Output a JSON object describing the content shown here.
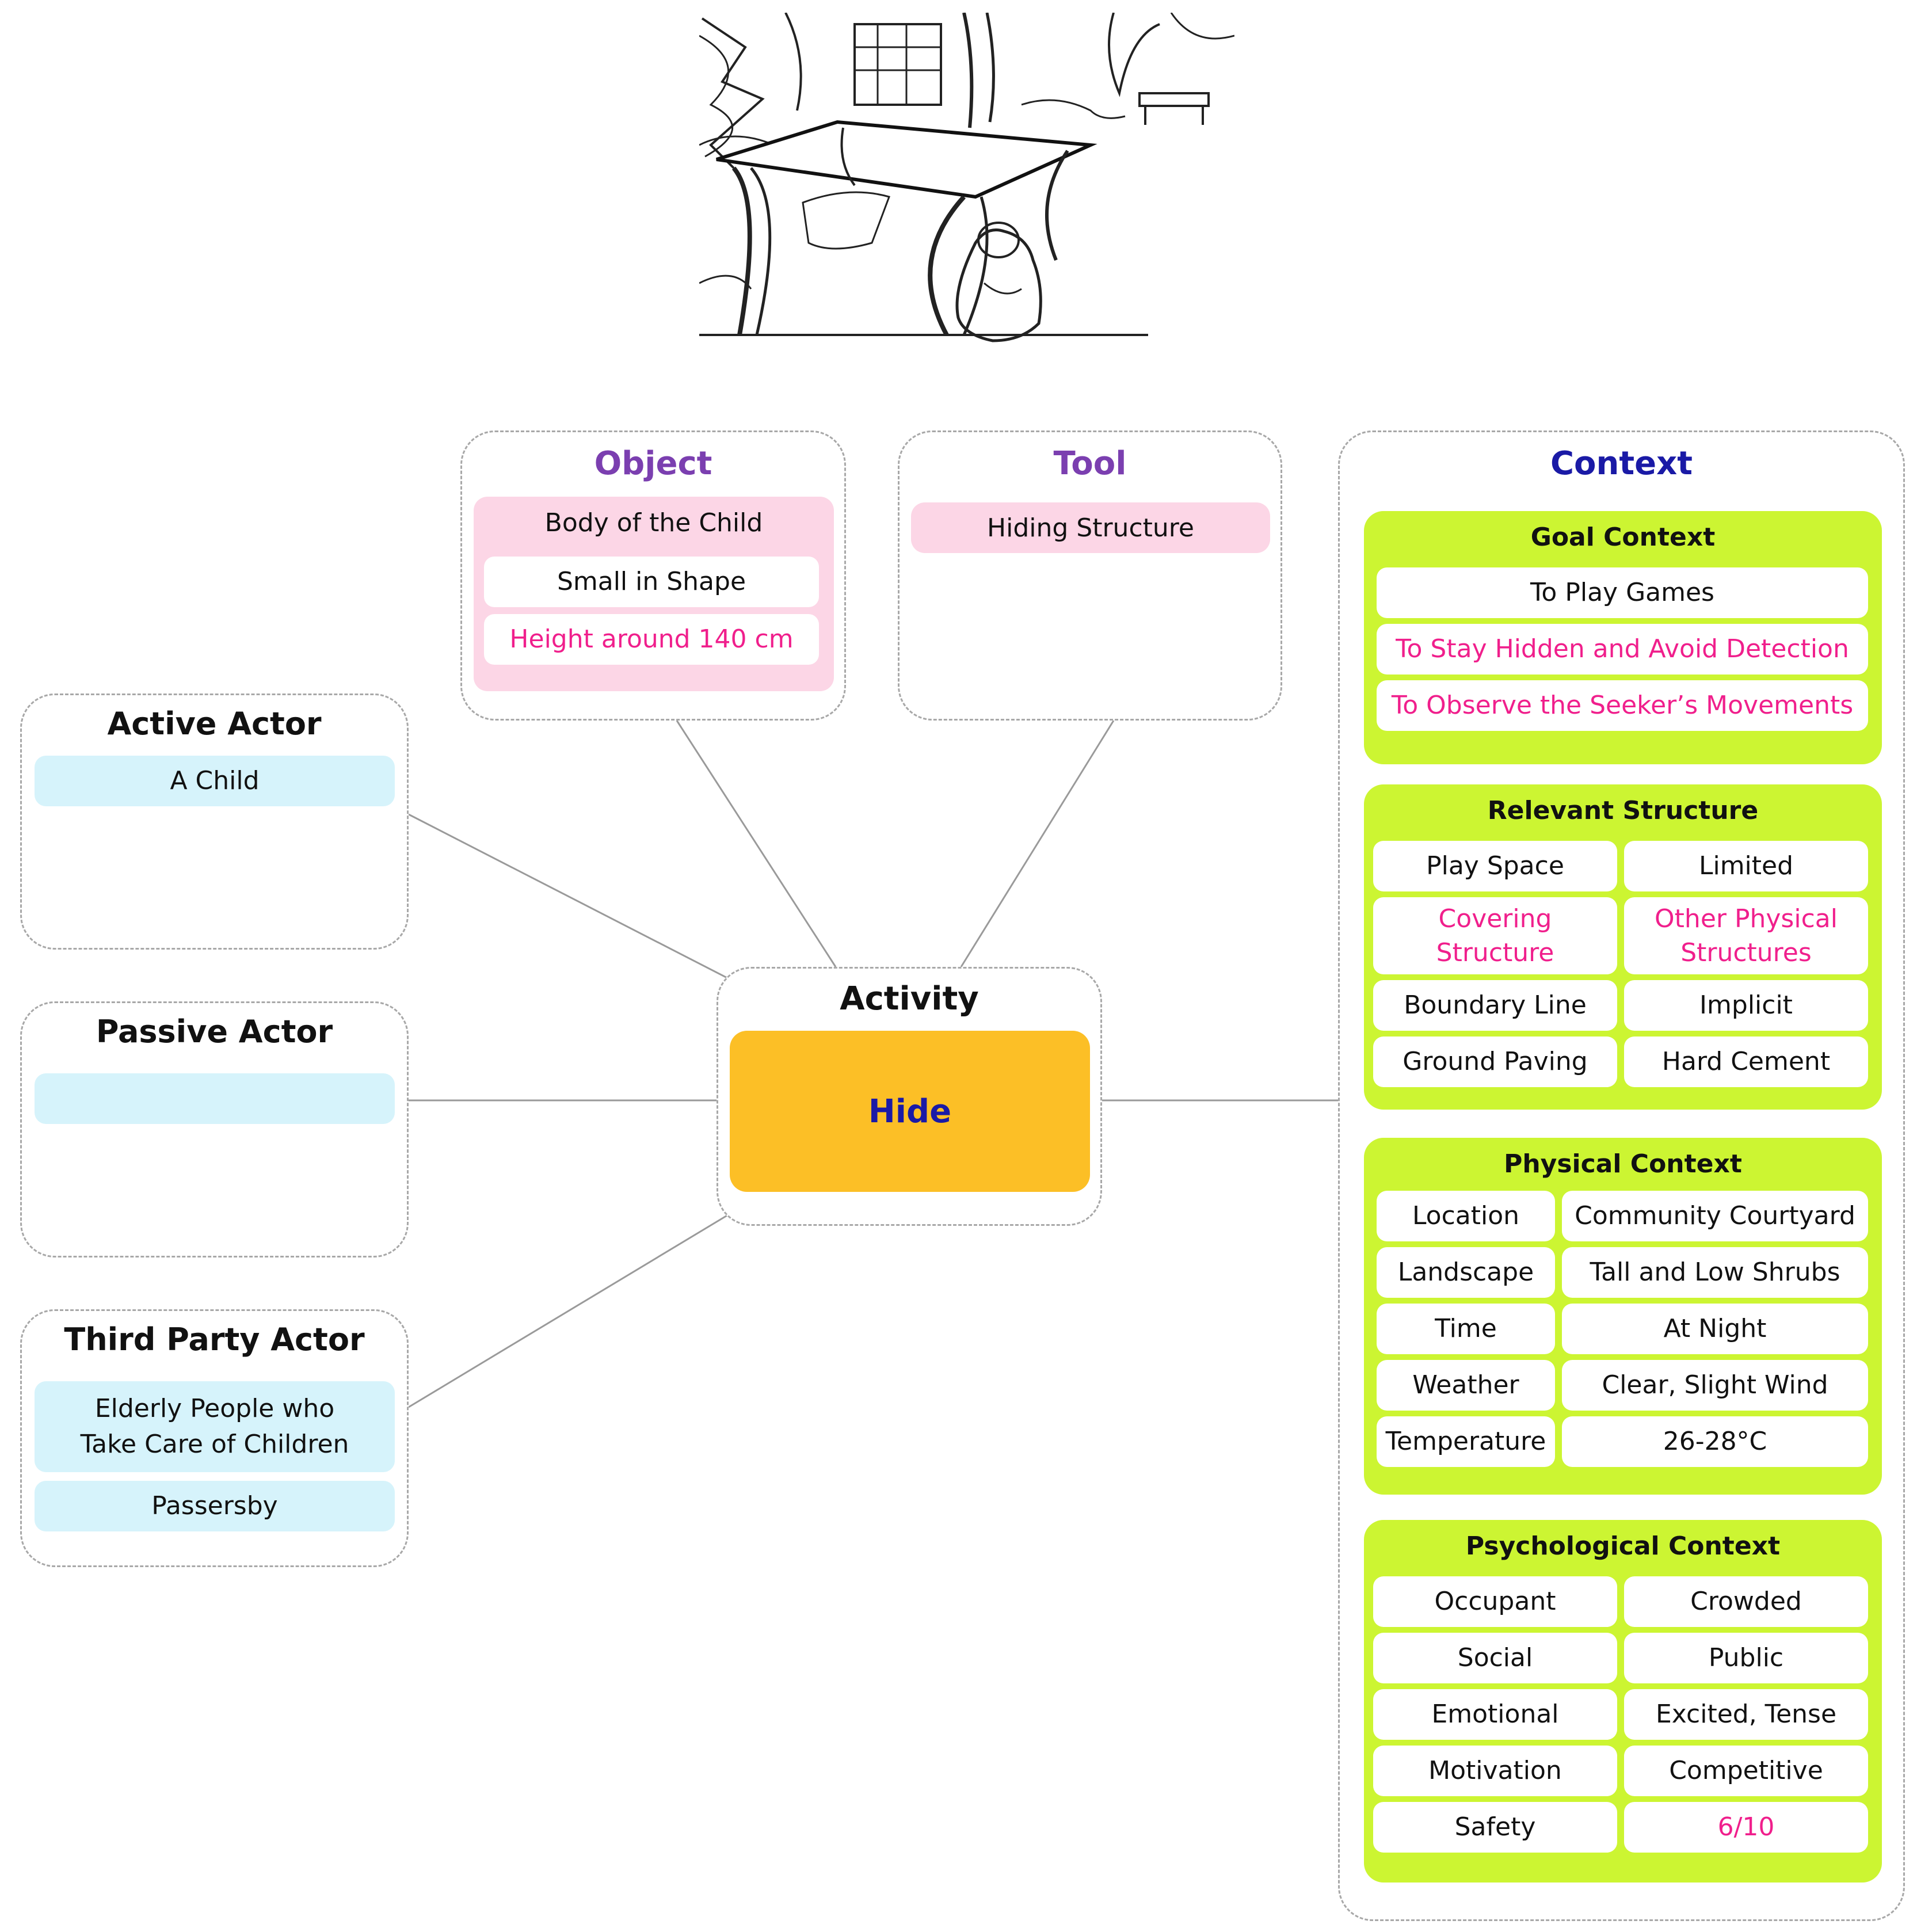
{
  "illustration": {
    "description_icon": "park-table-hiding-sketch"
  },
  "object": {
    "title": "Object",
    "main": "Body of the Child",
    "attr1": "Small in Shape",
    "attr2": "Height around 140 cm"
  },
  "tool": {
    "title": "Tool",
    "item": "Hiding Structure"
  },
  "active_actor": {
    "title": "Active Actor",
    "item": "A Child"
  },
  "passive_actor": {
    "title": "Passive Actor",
    "item": ""
  },
  "third_party_actor": {
    "title": "Third Party Actor",
    "item1": "Elderly People who Take Care of Children",
    "item2": "Passersby"
  },
  "activity": {
    "title": "Activity",
    "value": "Hide"
  },
  "context": {
    "title": "Context",
    "goal": {
      "title": "Goal Context",
      "items": [
        "To Play Games",
        "To Stay Hidden and Avoid Detection",
        "To Observe the Seeker’s Movements"
      ]
    },
    "relevant_structure": {
      "title": "Relevant Structure",
      "rows": [
        [
          "Play Space",
          "Limited"
        ],
        [
          "Covering Structure",
          "Other Physical Structures"
        ],
        [
          "Boundary Line",
          "Implicit"
        ],
        [
          "Ground Paving",
          "Hard Cement"
        ]
      ]
    },
    "physical": {
      "title": "Physical Context",
      "rows": [
        [
          "Location",
          "Community Courtyard"
        ],
        [
          "Landscape",
          "Tall and Low Shrubs"
        ],
        [
          "Time",
          "At Night"
        ],
        [
          "Weather",
          "Clear, Slight Wind"
        ],
        [
          "Temperature",
          "26-28°C"
        ]
      ]
    },
    "psychological": {
      "title": "Psychological Context",
      "rows": [
        [
          "Occupant",
          "Crowded"
        ],
        [
          "Social",
          "Public"
        ],
        [
          "Emotional",
          "Excited, Tense"
        ],
        [
          "Motivation",
          "Competitive"
        ],
        [
          "Safety",
          "6/10"
        ]
      ]
    }
  },
  "colors": {
    "object_title": "#7b3fb0",
    "context_title": "#1a1aa6",
    "activity_fill": "#fcbf26",
    "hide_text": "#1a1aa6",
    "context_green": "#ccf532",
    "highlight_magenta": "#f01f8c"
  }
}
